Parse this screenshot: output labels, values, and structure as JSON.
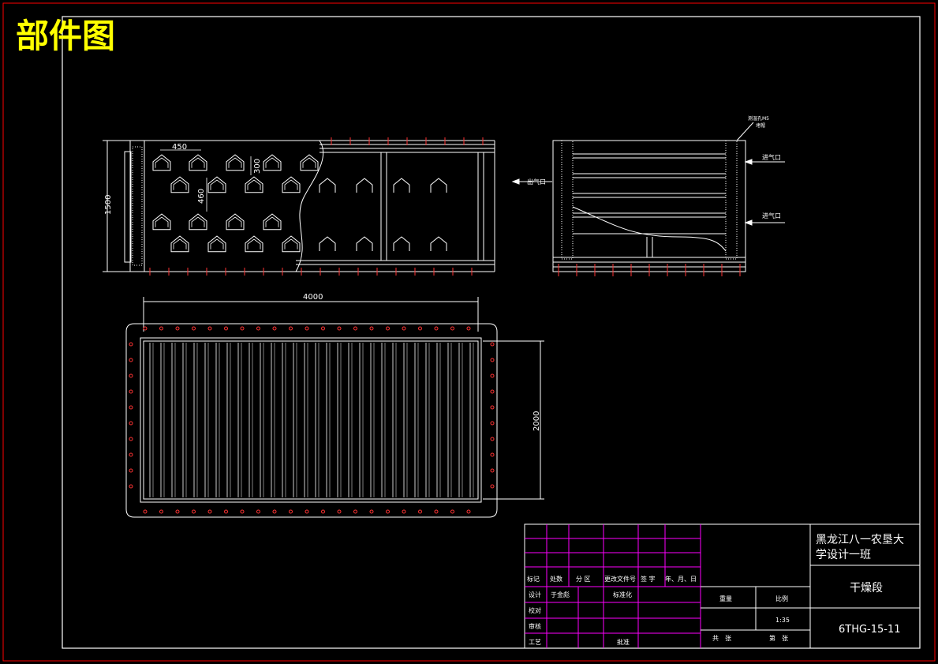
{
  "drawing_label": "部件图",
  "dimensions": {
    "top_width": "450",
    "pitch_v": "300",
    "pitch_h": "460",
    "height": "1500",
    "length": "4000",
    "width": "2000"
  },
  "annotations": {
    "outlet": "出气口",
    "inlet_1": "进气口",
    "inlet_2": "进气口",
    "note_line1": "测温孔M5",
    "note_line2": "堵帽"
  },
  "title_block": {
    "institution_line1": "黑龙江八一农垦大",
    "institution_line2": "学设计一班",
    "part_name": "干燥段",
    "drawing_number": "6THG-15-11",
    "scale_label": "比例",
    "scale_value": "1:35",
    "weight_label": "重量",
    "total_sheets": "共　张",
    "sheet_no": "第　张",
    "header_mark": "标记",
    "header_count": "处数",
    "header_zone": "分 区",
    "header_doc": "更改文件号",
    "header_sign": "签 字",
    "header_date": "年、月、日",
    "row_design": "设计",
    "designer": "于金彪",
    "standard": "标准化",
    "row_check": "校对",
    "row_review": "审核",
    "row_process": "工艺",
    "approve": "批准"
  },
  "colors": {
    "frame": "#ff0000",
    "lines": "#ffffff",
    "grid": "#ff00ff",
    "label": "#ffff00",
    "bolt": "#ff3333"
  }
}
